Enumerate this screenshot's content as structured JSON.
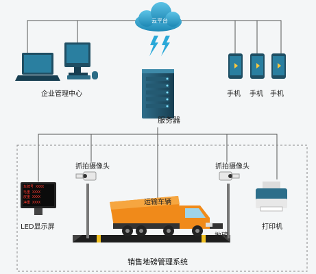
{
  "cloud_label": "云平台",
  "server_label": "服务器",
  "enterprise_label": "企业管理中心",
  "phones": [
    "手机",
    "手机",
    "手机"
  ],
  "cameras": [
    "抓拍摄像头",
    "抓拍摄像头"
  ],
  "led_label": "LED显示屏",
  "led_screen": [
    "车牌号 XXXX",
    "毛重 XXXX",
    "皮重 XXXX",
    "净重 XXXX"
  ],
  "truck_label": "运输车辆",
  "scale_label": "地磅",
  "printer_label": "打印机",
  "system_title": "销售地磅管理系统",
  "colors": {
    "accent": "#2a8fb5",
    "dark": "#1f4e63",
    "truck": "#f08a1a",
    "line": "#555555"
  }
}
